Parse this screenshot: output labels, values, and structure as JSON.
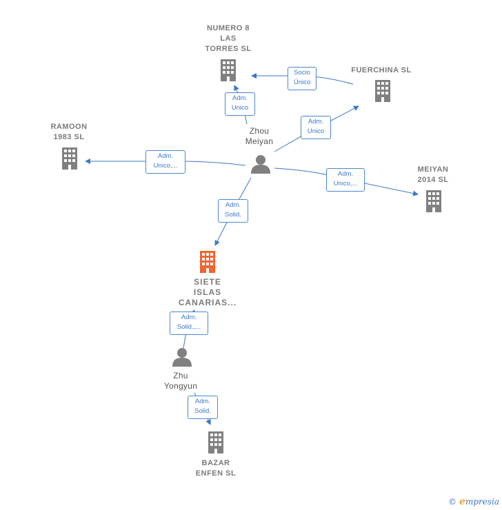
{
  "nodes": {
    "numero8": {
      "label": "NUMERO 8\nLAS\nTORRES  SL"
    },
    "fuerchina": {
      "label": "FUERCHINA SL"
    },
    "ramoon": {
      "label": "RAMOON\n1983  SL"
    },
    "meiyan2014": {
      "label": "MEIYAN\n2014  SL"
    },
    "siete": {
      "label": "SIETE\nISLAS\nCANARIAS..."
    },
    "bazar": {
      "label": "BAZAR\nENFEN  SL"
    },
    "zhou": {
      "label": "Zhou\nMeiyan"
    },
    "zhu": {
      "label": "Zhu\nYongyun"
    }
  },
  "edges": {
    "zhou_numero8": "Adm.\nUnico",
    "fuerchina_numero8": "Socio\nÚnico",
    "zhou_fuerchina": "Adm.\nUnico",
    "zhou_ramoon": "Adm.\nUnico,...",
    "zhou_meiyan2014": "Adm.\nUnico,...",
    "zhou_siete": "Adm.\nSolid.",
    "zhu_siete": "Adm.\nSolid.,...",
    "zhu_bazar": "Adm.\nSolid."
  },
  "colors": {
    "edge": "#3a78c8",
    "company_icon": "#808080",
    "focus_icon": "#f26530",
    "person_icon": "#808080"
  },
  "footer": {
    "copyright": "©",
    "brand_initial": "e",
    "brand_rest": "mpresia"
  }
}
